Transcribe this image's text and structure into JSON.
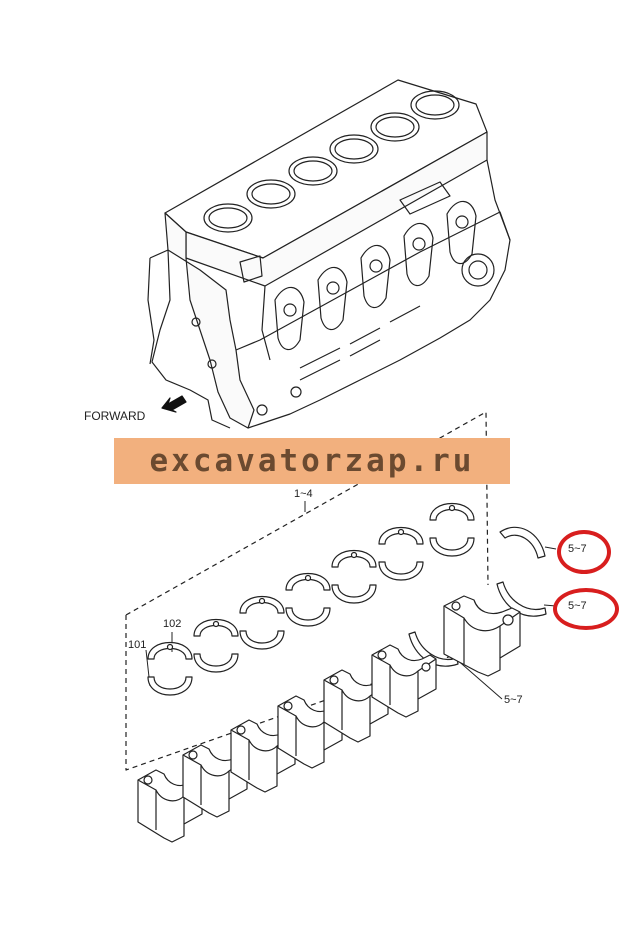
{
  "labels": {
    "forward": "FORWARD",
    "main_bearing_set": "1~4",
    "part_101": "101",
    "part_102": "102",
    "thrust_washer_upper": "5~7",
    "thrust_washer_lower": "5~7",
    "thrust_washer_bottom": "5~7"
  },
  "watermark": "excavatorzap.ru",
  "colors": {
    "banner": "#f2b07e",
    "watermark_text": "#6b4a30",
    "highlight_ring": "#d81e1e",
    "line_art": "#222222"
  }
}
